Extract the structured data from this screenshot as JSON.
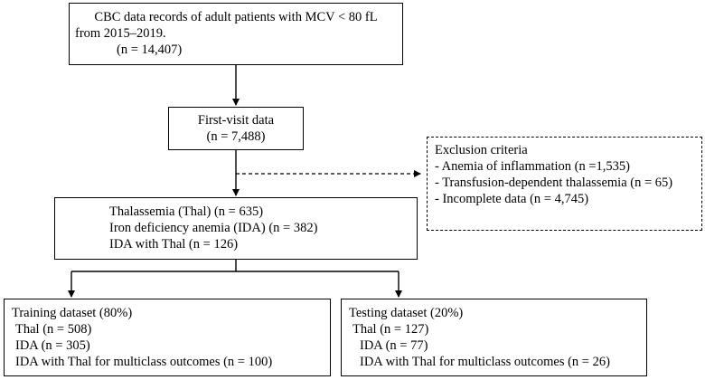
{
  "boxes": {
    "records": {
      "line1": "CBC data records of adult patients with MCV < 80 fL",
      "line2": "from 2015–2019.",
      "line3": "(n = 14,407)"
    },
    "first_visit": {
      "line1": "First-visit data",
      "line2": "(n = 7,488)"
    },
    "exclusion": {
      "title": "Exclusion criteria",
      "items": [
        "- Anemia of inflammation (n =1,535)",
        "- Transfusion-dependent thalassemia (n = 65)",
        "- Incomplete data (n = 4,745)"
      ]
    },
    "groups": {
      "line1": "Thalassemia (Thal) (n = 635)",
      "line2": "Iron deficiency anemia (IDA) (n = 382)",
      "line3": "IDA with Thal (n = 126)"
    },
    "training": {
      "title": "Training dataset (80%)",
      "items": [
        "Thal (n = 508)",
        "IDA (n = 305)",
        "IDA with Thal for multiclass outcomes (n = 100)"
      ]
    },
    "testing": {
      "title": "Testing dataset (20%)",
      "items": [
        "Thal (n = 127)",
        "IDA (n = 77)",
        "IDA with Thal for multiclass outcomes (n = 26)"
      ]
    }
  }
}
